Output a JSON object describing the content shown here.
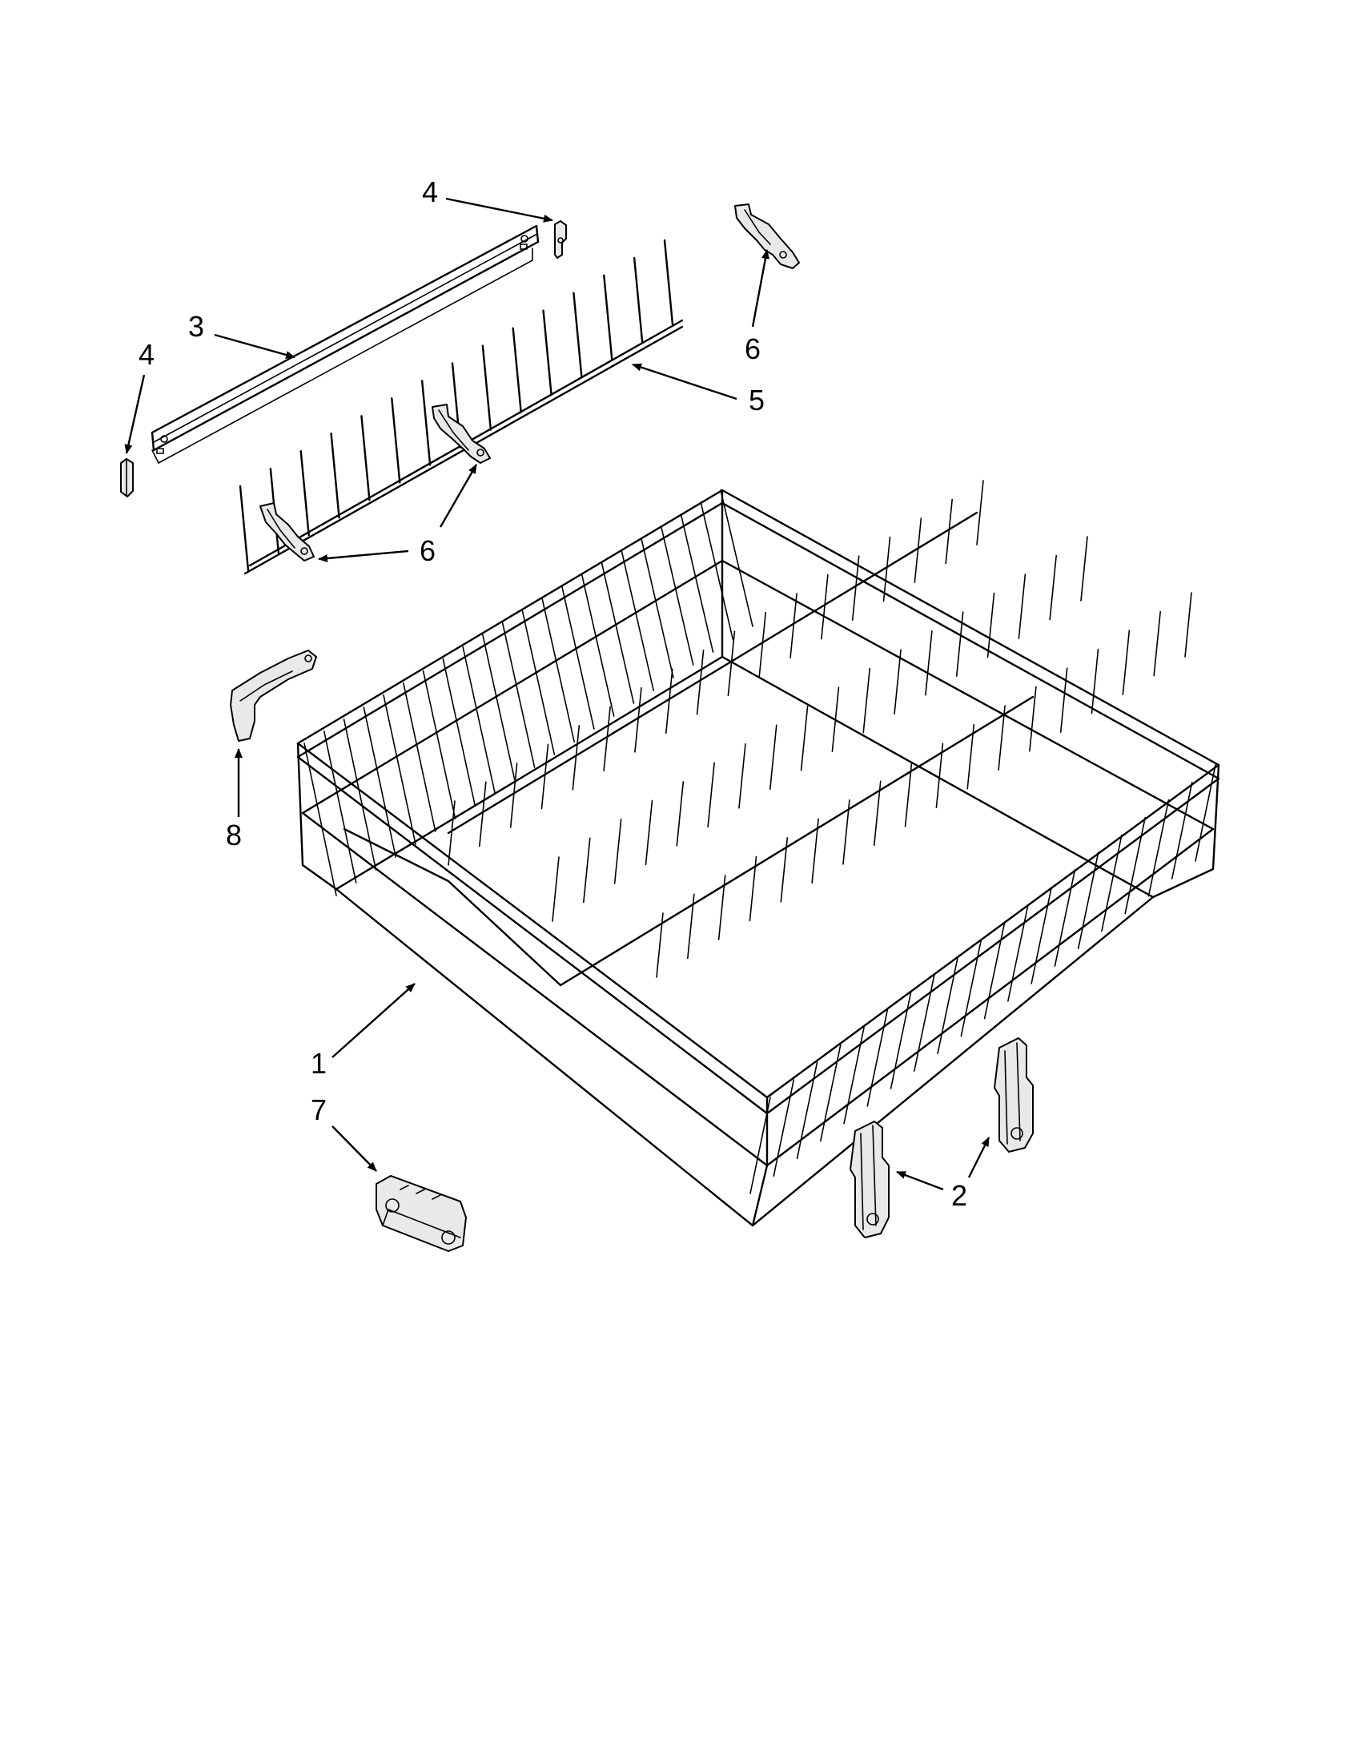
{
  "callouts": [
    {
      "id": "c1",
      "label": "1",
      "target": "upper-rack"
    },
    {
      "id": "c2a",
      "label": "2",
      "target": "rack-adjuster-left"
    },
    {
      "id": "c2b",
      "label": "2",
      "target": "rack-adjuster-right"
    },
    {
      "id": "c3",
      "label": "3",
      "target": "rail"
    },
    {
      "id": "c4a",
      "label": "4",
      "target": "rail-end-cap-left"
    },
    {
      "id": "c4b",
      "label": "4",
      "target": "rail-end-cap-right"
    },
    {
      "id": "c5",
      "label": "5",
      "target": "tine-row"
    },
    {
      "id": "c6a",
      "label": "6",
      "target": "tine-clip-right"
    },
    {
      "id": "c6b",
      "label": "6",
      "target": "tine-clip-center"
    },
    {
      "id": "c6c",
      "label": "6",
      "target": "tine-clip-left"
    },
    {
      "id": "c7",
      "label": "7",
      "target": "rack-stop"
    },
    {
      "id": "c8",
      "label": "8",
      "target": "clip"
    }
  ],
  "colors": {
    "line": "#000000",
    "part_fill": "#e9e9e9",
    "background": "#ffffff"
  }
}
